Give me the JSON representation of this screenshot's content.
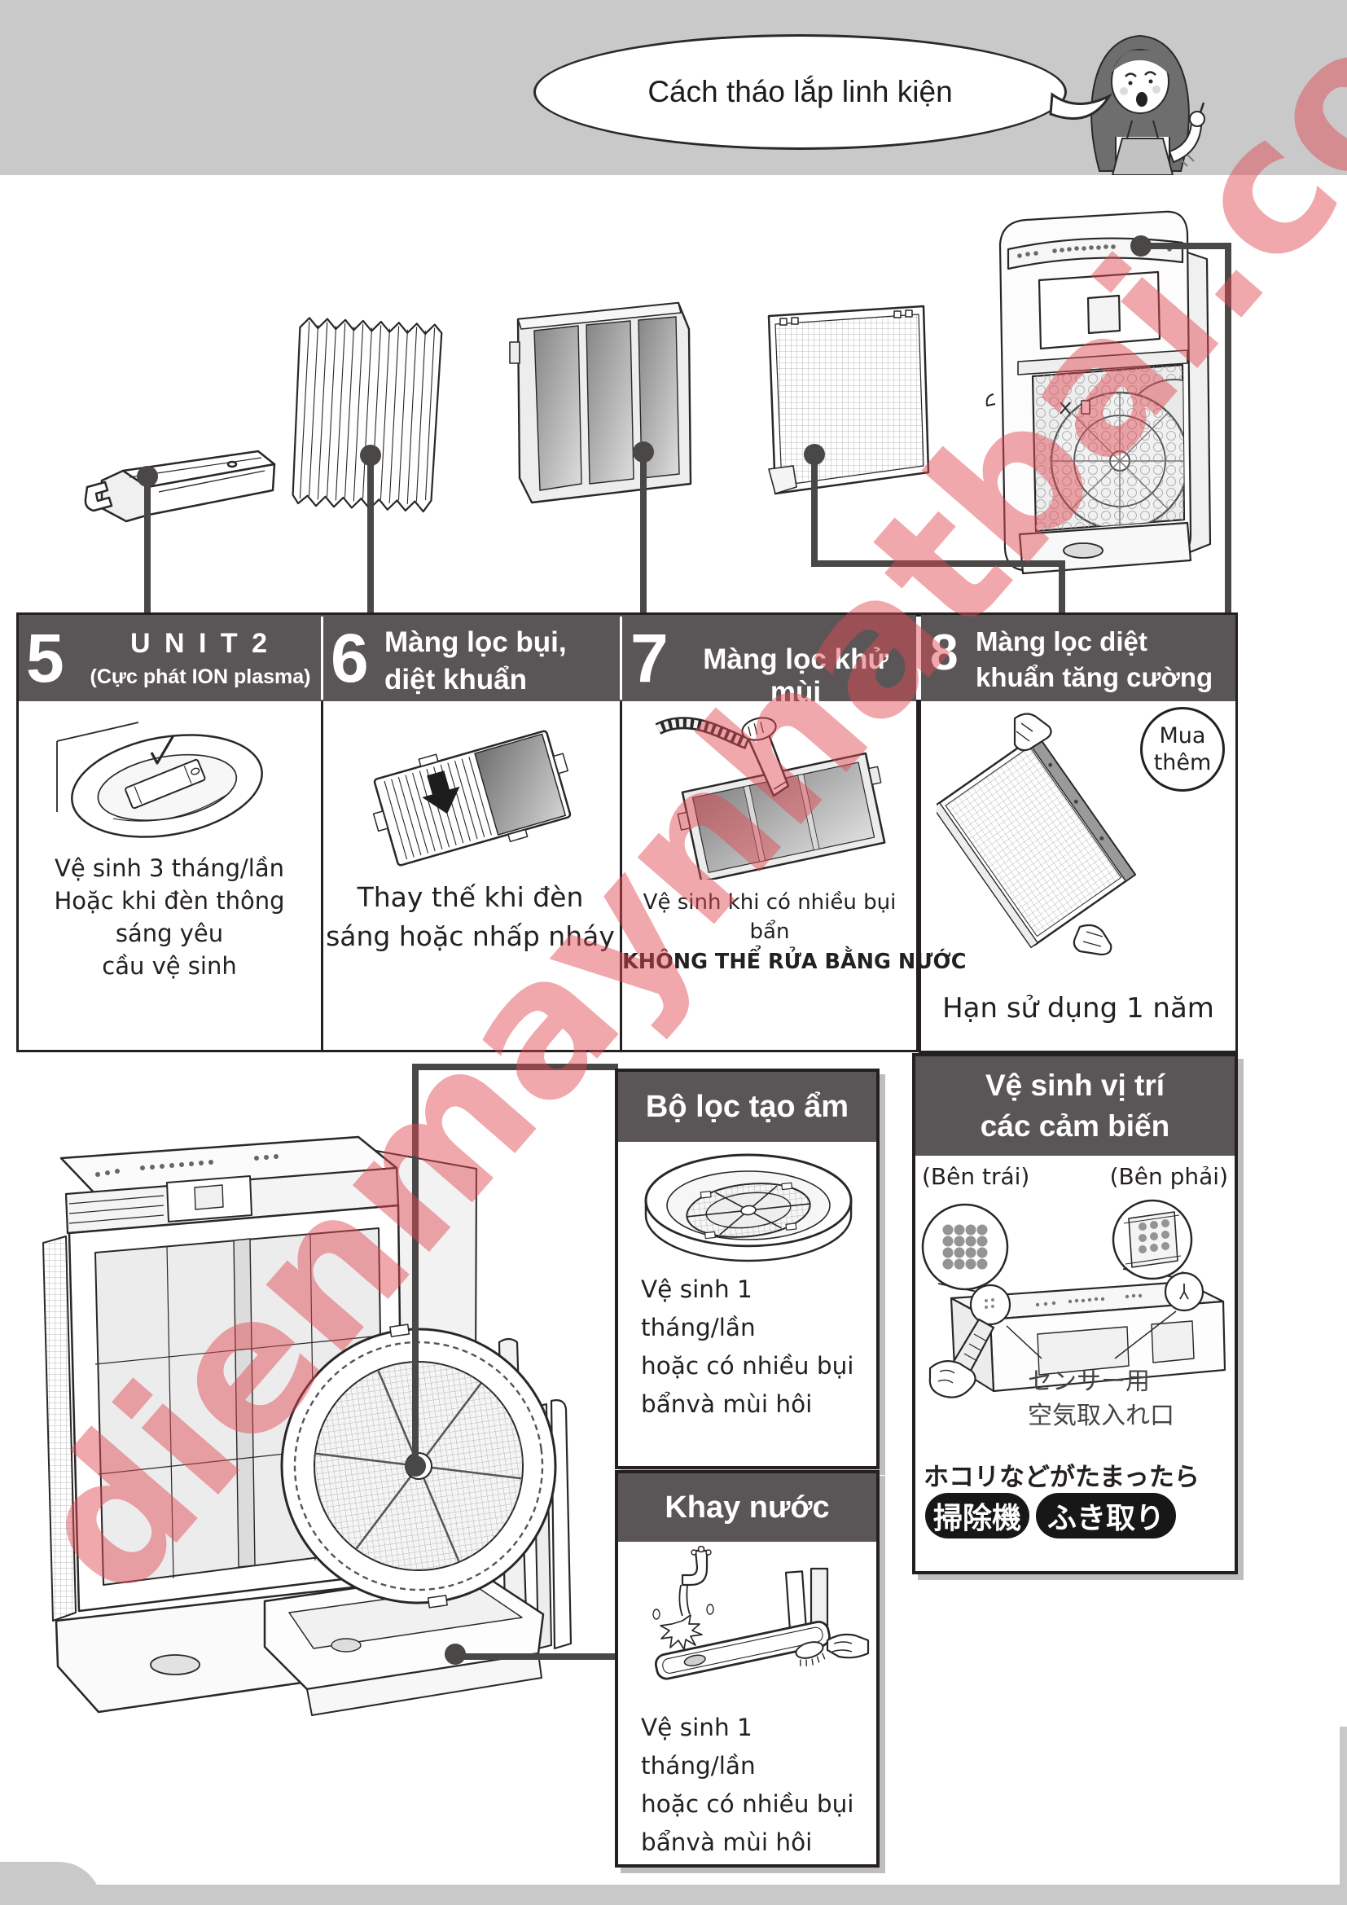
{
  "bubble": {
    "text": "Cách tháo lắp linh kiện"
  },
  "watermark": {
    "text": "dienmaynhatbai.com",
    "color": "#df4951"
  },
  "filter_row": {
    "s5": {
      "number": "5",
      "title": "U N I T 2",
      "subtitle": "(Cực phát ION plasma)",
      "caption_lines": [
        "Vệ sinh 3 tháng/lần",
        "Hoặc khi đèn thông sáng yêu",
        "cầu vệ sinh"
      ]
    },
    "s6": {
      "number": "6",
      "title_lines": [
        "Màng lọc bụi,",
        "diệt khuẩn"
      ],
      "caption_lines": [
        "Thay thế khi đèn",
        "sáng hoặc nhấp nháy"
      ]
    },
    "s7": {
      "number": "7",
      "title": "Màng lọc khử mùi",
      "caption": "Vệ sinh khi có nhiều bụi bẩn",
      "warning": "KHÔNG THỂ RỬA BẰNG NƯỚC"
    },
    "s8": {
      "number": "8",
      "title_lines": [
        "Màng lọc diệt",
        "khuẩn tăng cường"
      ],
      "badge_lines": [
        "Mua",
        "thêm"
      ],
      "caption": "Hạn sử dụng 1 năm"
    }
  },
  "humidifier_box": {
    "title": "Bộ lọc tạo ẩm",
    "caption_lines": [
      "Vệ sinh 1 tháng/lần",
      "hoặc có nhiều bụi",
      "bẩnvà mùi hôi"
    ]
  },
  "tray_box": {
    "title": "Khay nước",
    "caption_lines": [
      "Vệ sinh 1 tháng/lần",
      "hoặc có nhiều bụi",
      "bẩnvà mùi hôi"
    ]
  },
  "sensor_box": {
    "title_lines": [
      "Vệ sinh vị trí",
      "các cảm biến"
    ],
    "left_label": "(Bên trái)",
    "right_label": "(Bên phải)",
    "air_inlet_lines": [
      "センサー用",
      "空気取入れ口"
    ],
    "note": "ホコリなどがたまったら",
    "button1": "掃除機",
    "button2": "ふき取り"
  },
  "colors": {
    "top_band": "#c9c9ca",
    "header_bg": "#5a5657",
    "connector": "#4a4747",
    "watermark_red": "#df4951"
  }
}
